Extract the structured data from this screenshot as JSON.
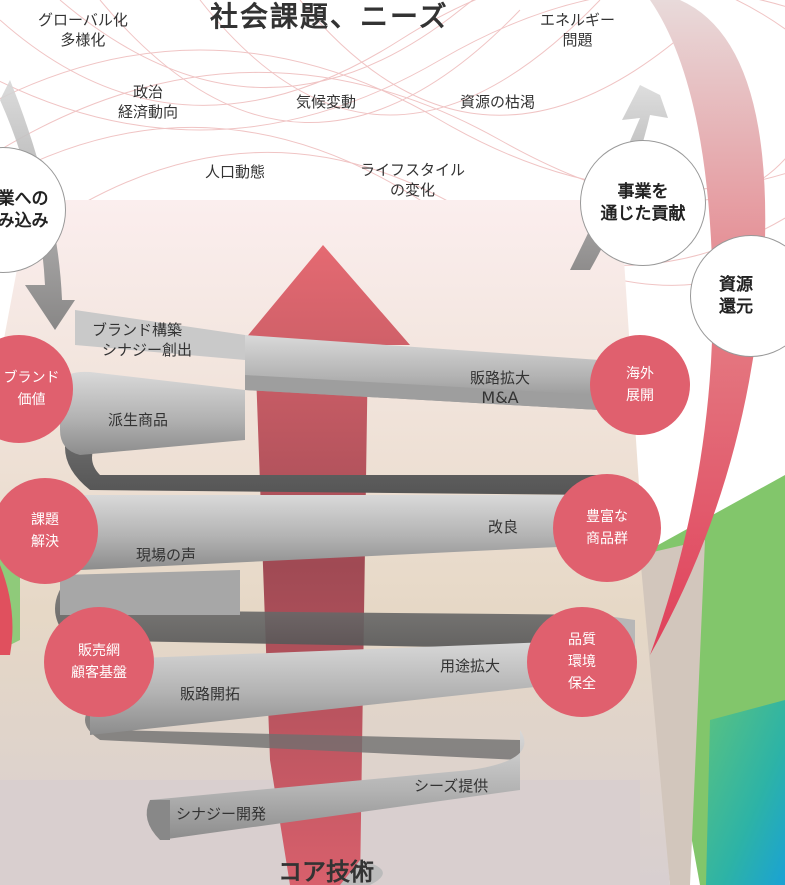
{
  "header": {
    "title": "社会課題、ニーズ"
  },
  "needs": {
    "globalization": [
      "グローバル化",
      "多様化"
    ],
    "energy": [
      "エネルギー",
      "問題"
    ],
    "politics": [
      "政治",
      "経済動向"
    ],
    "climate": [
      "気候変動"
    ],
    "resources": [
      "資源の枯渇"
    ],
    "population": [
      "人口動態"
    ],
    "lifestyle": [
      "ライフスタイル",
      "の変化"
    ]
  },
  "outer_circles": {
    "left": [
      "業への",
      "み込み"
    ],
    "contribution": [
      "事業を",
      "通じた貢献"
    ],
    "return": [
      "資源",
      "還元"
    ]
  },
  "spiral_labels": {
    "brand": [
      "ブランド構築",
      "シナジー創出"
    ],
    "sales_expansion": [
      "販路拡大",
      "M&A"
    ],
    "derivative": [
      "派生商品"
    ],
    "improvement": [
      "改良"
    ],
    "voice": [
      "現場の声"
    ],
    "use_expansion": [
      "用途拡大"
    ],
    "channel_dev": [
      "販路開拓"
    ],
    "seeds": [
      "シーズ提供"
    ],
    "synergy_dev": [
      "シナジー開発"
    ]
  },
  "value_circles": {
    "overseas": [
      "海外",
      "展開"
    ],
    "brand_value": [
      "ブランド",
      "価値"
    ],
    "problem_solving": [
      "課題",
      "解決"
    ],
    "products": [
      "豊富な",
      "商品群"
    ],
    "network": [
      "販売網",
      "顧客基盤"
    ],
    "quality": [
      "品質",
      "環境",
      "保全"
    ]
  },
  "core": {
    "label": "コア技術"
  },
  "colors": {
    "red": "#e0606e",
    "ribbon": "#b4b4b4",
    "green": "#83c66c",
    "teal": "#1fa6c9",
    "beige": "#d6cdb4"
  }
}
